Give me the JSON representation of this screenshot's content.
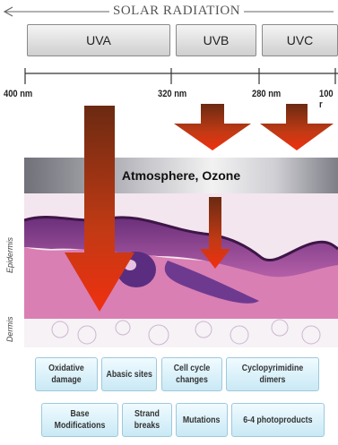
{
  "header": {
    "title": "SOLAR RADIATION"
  },
  "bands": [
    {
      "label": "UVA"
    },
    {
      "label": "UVB"
    },
    {
      "label": "UVC"
    }
  ],
  "wavelengths": [
    "400 nm",
    "320 nm",
    "280 nm",
    "100 r"
  ],
  "atmosphere": {
    "label": "Atmosphere, Ozone"
  },
  "layers": {
    "epidermis": "Epidermis",
    "dermis": "Dermis"
  },
  "effects": {
    "row1": [
      "Oxidative damage",
      "Abasic sites",
      "Cell cycle changes",
      "Cyclopyrimidine dimers"
    ],
    "row2": [
      "Base Modifications",
      "Strand breaks",
      "Mutations",
      "6-4 photoproducts"
    ]
  },
  "colors": {
    "arrow_top": "#6b2a12",
    "arrow_bottom": "#f03010",
    "effect_box": "#d7f0fa"
  }
}
